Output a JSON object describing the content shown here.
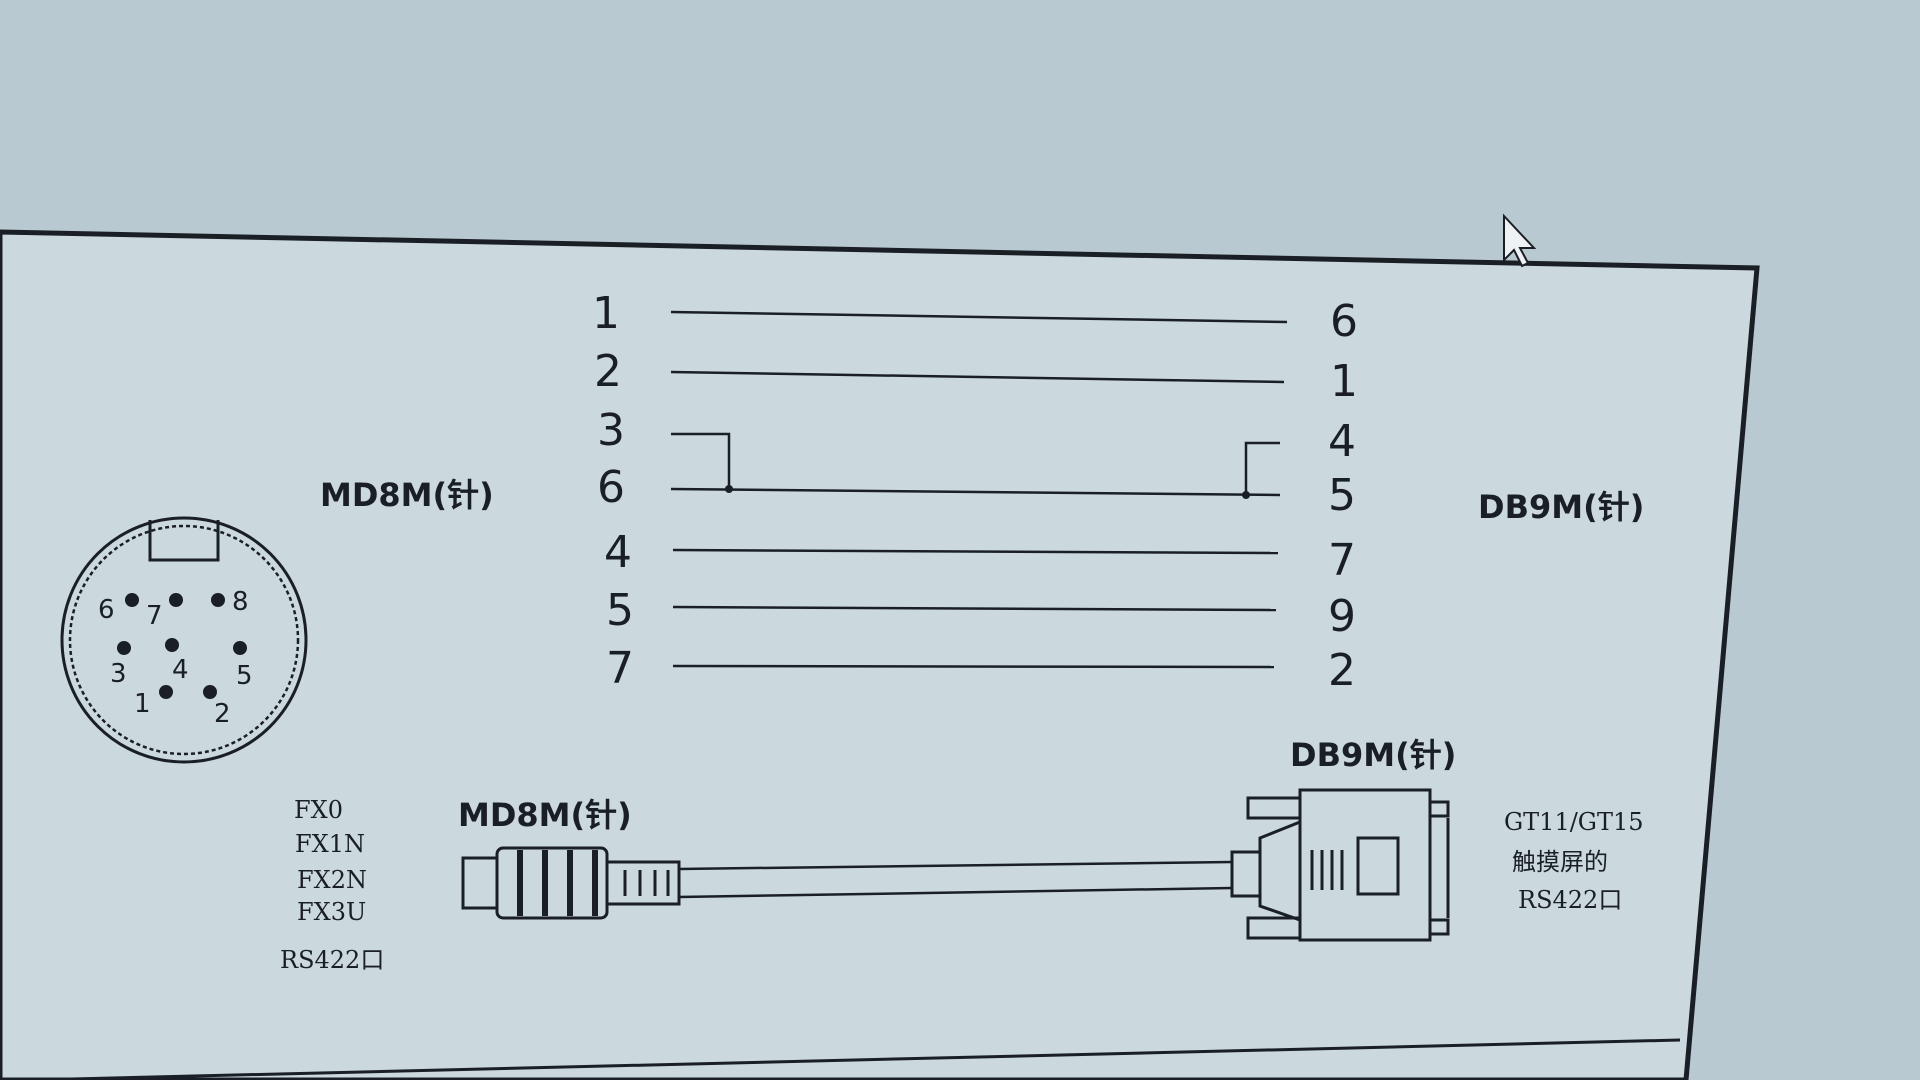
{
  "colors": {
    "screen_background": "#b9c9d1",
    "panel_background": "#cbd8de",
    "ink": "#1a1f26"
  },
  "left_connector": {
    "label": "MD8M(针)",
    "pins_shown": [
      "6",
      "7",
      "8",
      "3",
      "4",
      "5",
      "1",
      "2"
    ]
  },
  "right_connector": {
    "label": "DB9M(针)"
  },
  "wiring": [
    {
      "left": "1",
      "right": "6"
    },
    {
      "left": "2",
      "right": "1"
    },
    {
      "left": "3",
      "right": "4"
    },
    {
      "left": "6",
      "right": "5"
    },
    {
      "left": "4",
      "right": "7"
    },
    {
      "left": "5",
      "right": "9"
    },
    {
      "left": "7",
      "right": "2"
    }
  ],
  "cable": {
    "left_plug_label": "MD8M(针)",
    "right_plug_label": "DB9M(针)",
    "left_devices": [
      "FX0",
      "FX1N",
      "FX2N",
      "FX3U"
    ],
    "left_port": "RS422口",
    "right_device_lines": [
      "GT11/GT15",
      "触摸屏的",
      "RS422口"
    ]
  },
  "icons": {
    "cursor": "mouse-pointer-icon"
  }
}
